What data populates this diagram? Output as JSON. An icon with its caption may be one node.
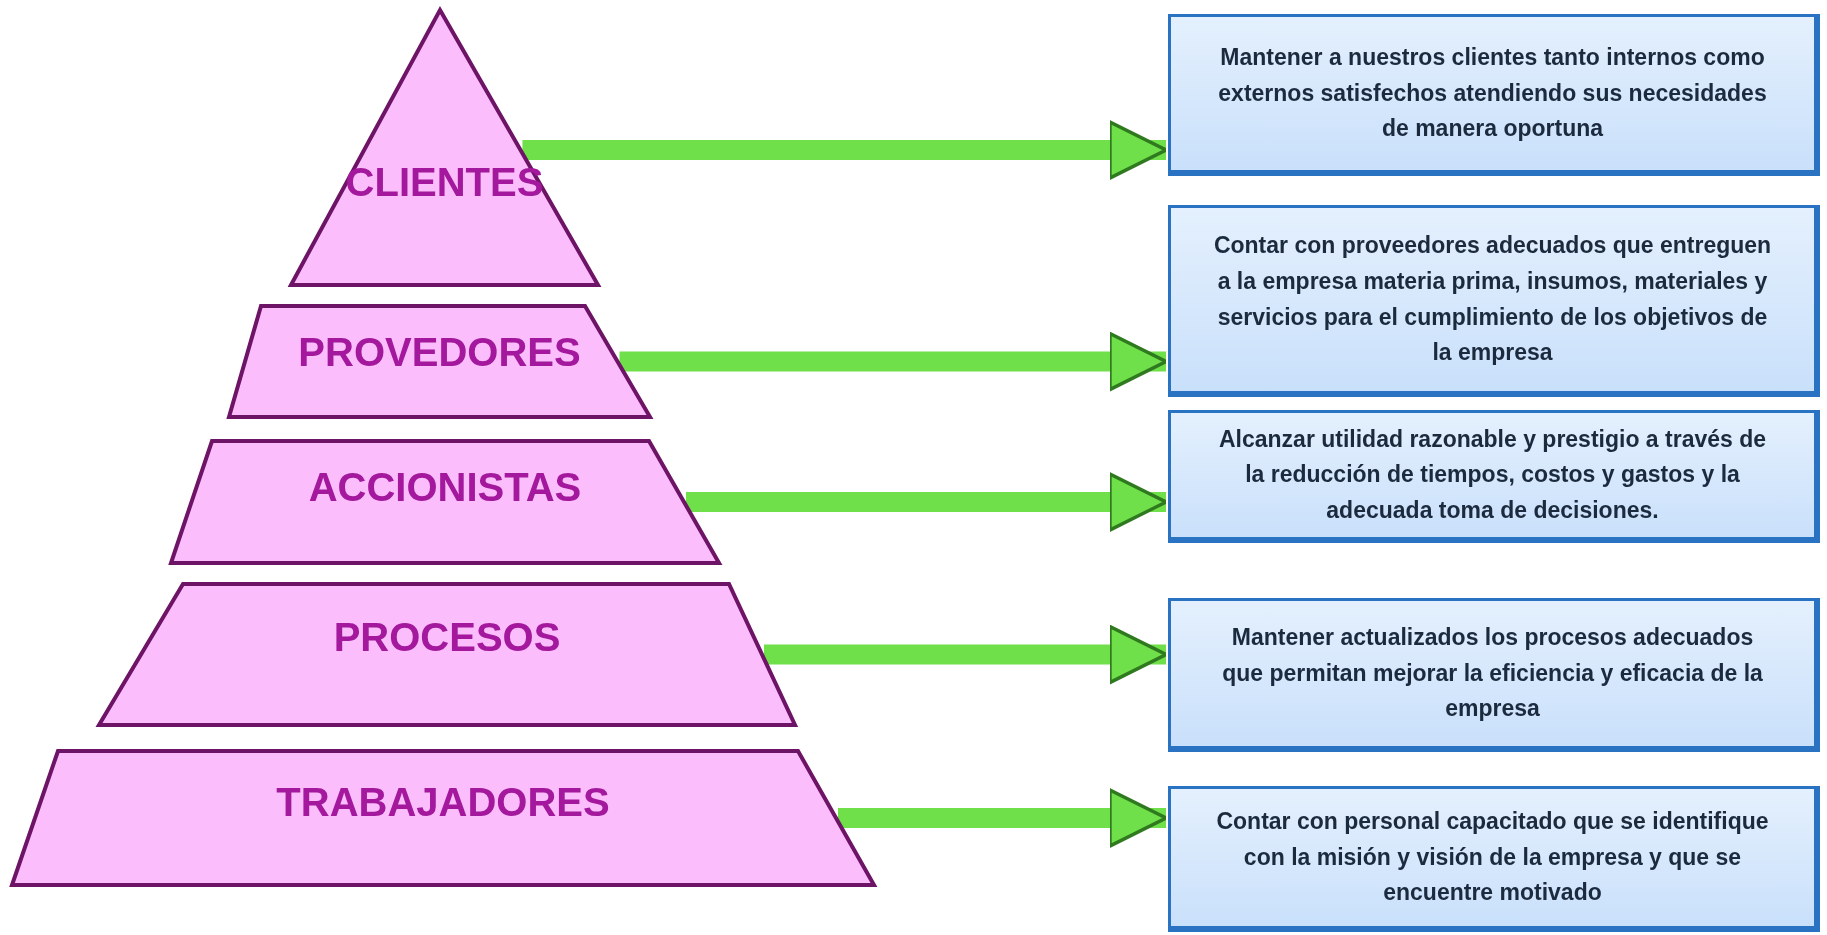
{
  "diagram": {
    "nodes": [
      {
        "text": [
          "CLIENTES"
        ]
      },
      {
        "text": [
          "PROVEDORES"
        ]
      },
      {
        "text": [
          "ACCIONISTAS"
        ]
      },
      {
        "text": [
          "PROCESOS"
        ]
      },
      {
        "text": [
          "TRABAJADORES"
        ]
      },
      {
        "text": [
          "Mantener a nuestros clientes tanto internos como externos satisfechos atendiendo sus necesidades de manera oportuna"
        ]
      },
      {
        "text": [
          "Contar con proveedores adecuados que entreguen a la empresa materia prima, insumos, materiales y servicios para el cumplimiento de los objetivos de la empresa"
        ]
      },
      {
        "text": [
          "Alcanzar utilidad razonable y prestigio a través de la reducción de tiempos, costos y gastos y la adecuada toma de decisiones."
        ]
      },
      {
        "text": [
          "Mantener actualizados los procesos adecuados que permitan mejorar la eficiencia y eficacia de la empresa"
        ]
      },
      {
        "text": [
          "Contar con personal capacitado que se identifique con la misión y visión de la empresa y que se encuentre motivado"
        ]
      }
    ],
    "edges": [
      {
        "from": 0,
        "to": 5,
        "arrow": "to"
      },
      {
        "from": 1,
        "to": 6,
        "arrow": "to"
      },
      {
        "from": 2,
        "to": 7,
        "arrow": "to"
      },
      {
        "from": 3,
        "to": 8,
        "arrow": "to"
      },
      {
        "from": 4,
        "to": 9,
        "arrow": "to"
      }
    ]
  }
}
